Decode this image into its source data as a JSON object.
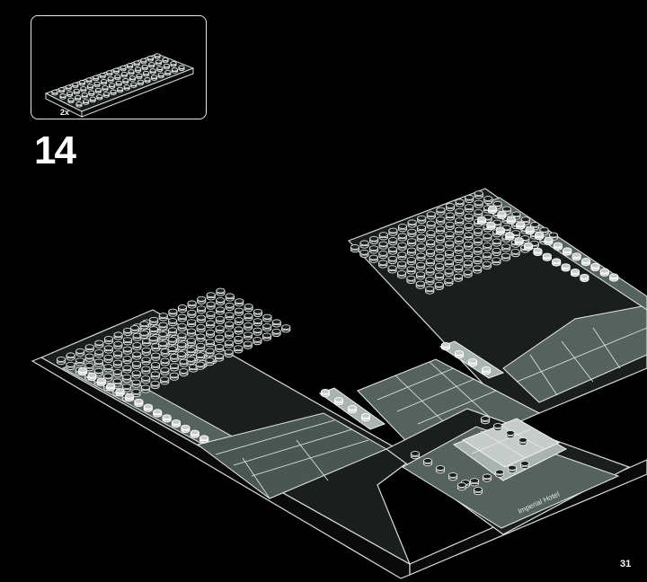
{
  "step": {
    "number": "14",
    "parts_needed": {
      "quantity_label": "2x",
      "part": "dark-gray-plate-icon"
    }
  },
  "model": {
    "sign_text": "Imperial Hotel"
  },
  "page": {
    "number": "31"
  },
  "colors": {
    "background": "#000000",
    "outline": "#e6e9e8",
    "dark_gray": "#1a1f1d",
    "tile_gray": "#55625e",
    "light_gray": "#c7ccca"
  }
}
